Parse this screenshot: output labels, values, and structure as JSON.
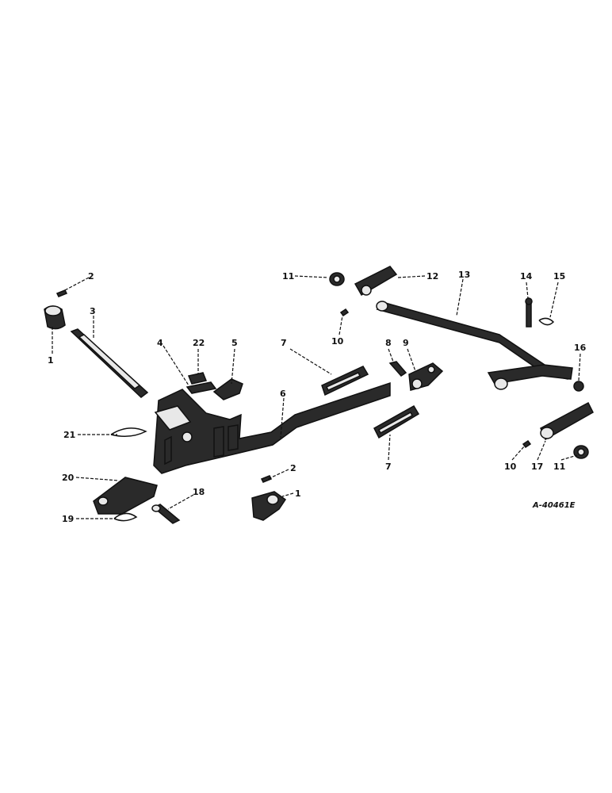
{
  "callouts": {
    "c1a": "1",
    "c2a": "2",
    "c3": "3",
    "c4": "4",
    "c22": "22",
    "c5": "5",
    "c6": "6",
    "c7a": "7",
    "c11a": "11",
    "c12": "12",
    "c10a": "10",
    "c8": "8",
    "c9": "9",
    "c13": "13",
    "c14": "14",
    "c15": "15",
    "c16": "16",
    "c7b": "7",
    "c10b": "10",
    "c17": "17",
    "c11b": "11",
    "c21": "21",
    "c20": "20",
    "c19": "19",
    "c18": "18",
    "c2b": "2",
    "c1b": "1"
  },
  "reference_code": "A-40461E"
}
